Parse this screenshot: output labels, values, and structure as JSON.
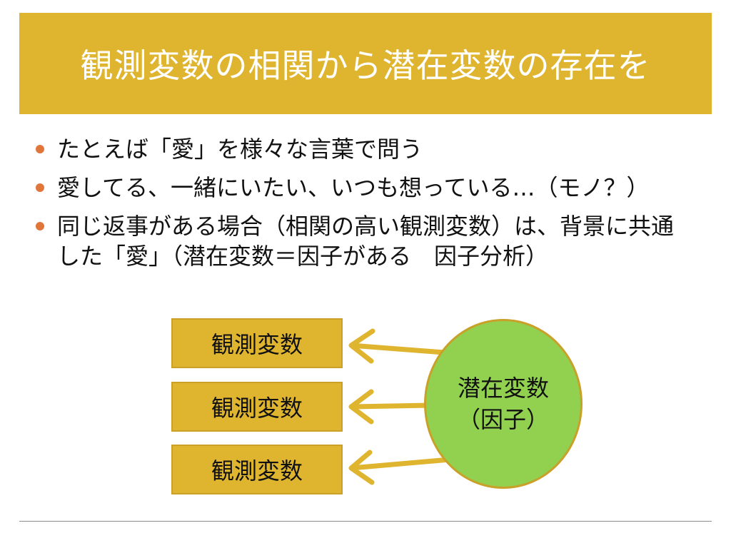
{
  "slide": {
    "title": "観測変数の相関から潜在変数の存在を",
    "bullets": [
      "たとえば「愛」を様々な言葉で問う",
      "愛してる、一緒にいたい、いつも想っている…（モノ？）",
      "同じ返事がある場合（相関の高い観測変数）は、背景に共通した「愛」（潜在変数＝因子がある　因子分析）"
    ]
  },
  "diagram": {
    "observed": [
      "観測変数",
      "観測変数",
      "観測変数"
    ],
    "latent_line1": "潜在変数",
    "latent_line2": "（因子）"
  },
  "colors": {
    "title_bg": "#dfb42e",
    "bullet_dot": "#e0763a",
    "box_fill": "#dfb42e",
    "circle_fill": "#92d050",
    "circle_border": "#c9a028",
    "arrow": "#dfb42e"
  }
}
